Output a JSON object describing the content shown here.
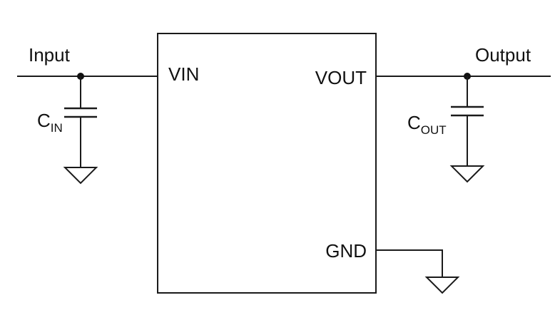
{
  "labels": {
    "input": "Input",
    "output": "Output",
    "cin_main": "C",
    "cin_sub": "IN",
    "cout_main": "C",
    "cout_sub": "OUT"
  },
  "pins": {
    "vin": "VIN",
    "vout": "VOUT",
    "gnd": "GND"
  },
  "colors": {
    "ink": "#1a1a1a",
    "background": "#ffffff"
  }
}
